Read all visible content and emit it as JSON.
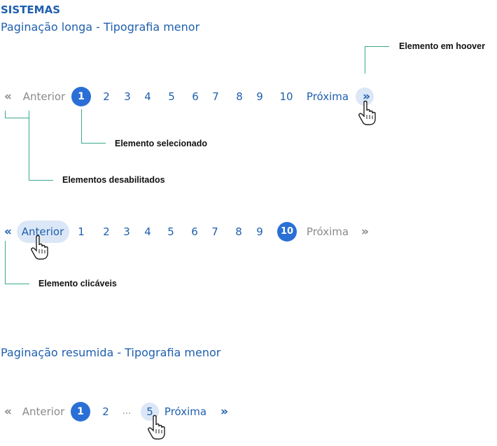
{
  "header": {
    "section": "SISTEMAS",
    "subtitle1": "Paginação longa - Tipografia menor",
    "subtitle2": "Paginação resumida - Tipografia menor"
  },
  "annotations": {
    "hover": "Elemento em hoover",
    "selected": "Elemento selecionado",
    "disabled": "Elementos desabilitados",
    "clickable": "Elemento clicáveis"
  },
  "pagination1": {
    "prev_label": "Anterior",
    "next_label": "Próxima",
    "pages": [
      "1",
      "2",
      "3",
      "4",
      "5",
      "6",
      "7",
      "8",
      "9",
      "10"
    ],
    "selected": "1",
    "first_icon": "double-chevron-left-icon",
    "last_icon": "double-chevron-right-icon"
  },
  "pagination2": {
    "prev_label": "Anterior",
    "next_label": "Próxima",
    "pages": [
      "1",
      "2",
      "3",
      "4",
      "5",
      "6",
      "7",
      "8",
      "9",
      "10"
    ],
    "selected": "10"
  },
  "pagination3": {
    "prev_label": "Anterior",
    "next_label": "Próxima",
    "pages": [
      "1",
      "2",
      "5"
    ],
    "ellipsis": "...",
    "selected": "1"
  },
  "colors": {
    "primary": "#1f5fae",
    "selected_bg": "#2a6fd6",
    "hover_bg": "#dbe7f7",
    "disabled": "#8a8a8a",
    "leader_line": "#3aa88d"
  }
}
